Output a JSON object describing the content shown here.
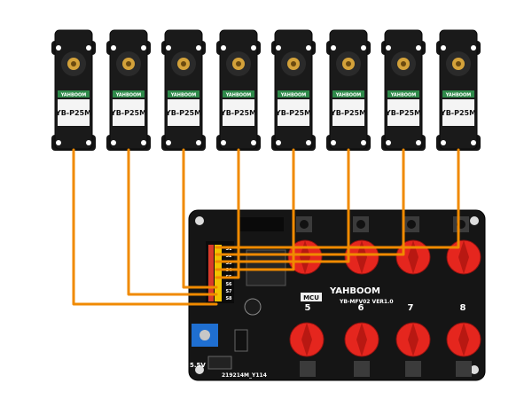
{
  "image": {
    "subject": "8-channel servo controller board wired to eight servo motors",
    "colors": {
      "background": "#ffffff",
      "servo_body": "#141414",
      "servo_label": "#2f8a4a",
      "horn": "#d4a23a",
      "wire": "#f08a00",
      "board": "#151515",
      "knob": "#e5261e",
      "pin_header": "#f2c200",
      "terminal": "#1f6fd1"
    }
  },
  "servos": [
    {
      "model": "YB-P25M",
      "brand": "YAHBOOM"
    },
    {
      "model": "YB-P25M",
      "brand": "YAHBOOM"
    },
    {
      "model": "YB-P25M",
      "brand": "YAHBOOM"
    },
    {
      "model": "YB-P25M",
      "brand": "YAHBOOM"
    },
    {
      "model": "YB-P25M",
      "brand": "YAHBOOM"
    },
    {
      "model": "YB-P25M",
      "brand": "YAHBOOM"
    },
    {
      "model": "YB-P25M",
      "brand": "YAHBOOM"
    },
    {
      "model": "YB-P25M",
      "brand": "YAHBOOM"
    }
  ],
  "board": {
    "brand": "YAHBOOM",
    "model_label": "YB-MFV02 VER1.0",
    "mcu_label": "MCU",
    "bottom_code": "219214M_Y114",
    "power_label": "5.5V",
    "knob_numbers": [
      "5",
      "6",
      "7",
      "8"
    ],
    "pin_labels": [
      "S1",
      "S2",
      "S3",
      "S4",
      "S5",
      "S6",
      "S7",
      "S8"
    ]
  }
}
